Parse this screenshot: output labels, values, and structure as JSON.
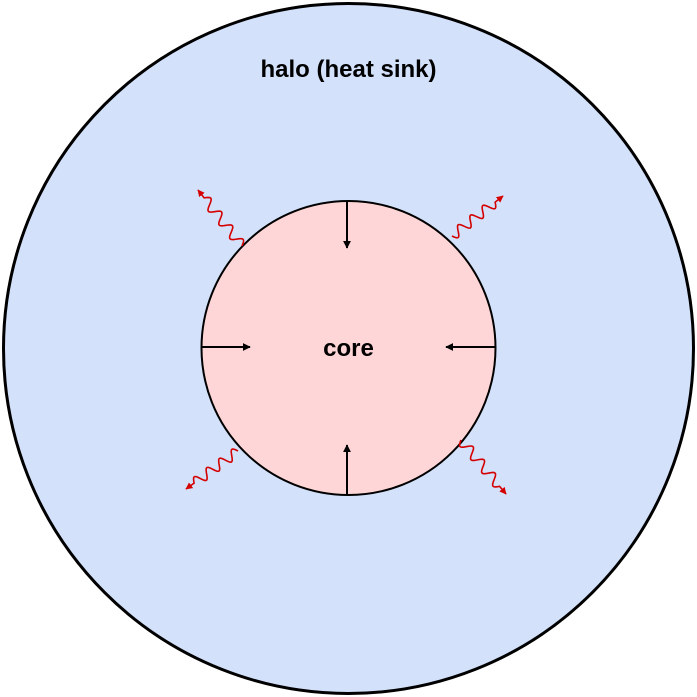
{
  "diagram": {
    "halo": {
      "label": "halo (heat sink)",
      "fill": "#d4e1fb",
      "stroke": "#000000"
    },
    "core": {
      "label": "core",
      "fill": "#ffd6d8",
      "stroke": "#000000"
    },
    "inward_arrows": {
      "color": "#000000",
      "directions": [
        "down",
        "right",
        "left",
        "up"
      ]
    },
    "radiation": {
      "color": "#d40000",
      "directions": [
        "up-left",
        "up-right",
        "down-left",
        "down-right"
      ]
    }
  }
}
